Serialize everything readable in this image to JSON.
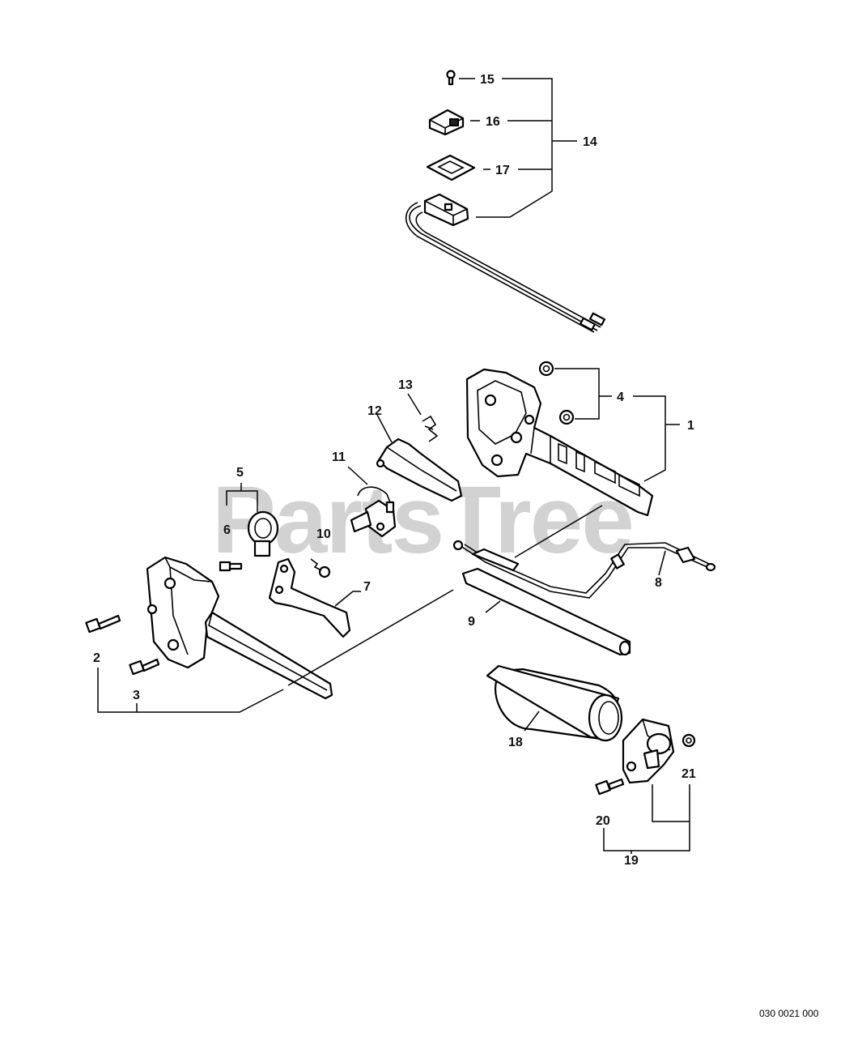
{
  "watermark": "PartsTree",
  "diagram_code": "030 0021 000",
  "callouts": [
    "1",
    "2",
    "3",
    "4",
    "5",
    "6",
    "7",
    "8",
    "9",
    "10",
    "11",
    "12",
    "13",
    "14",
    "15",
    "16",
    "17",
    "18",
    "19",
    "20",
    "21"
  ]
}
